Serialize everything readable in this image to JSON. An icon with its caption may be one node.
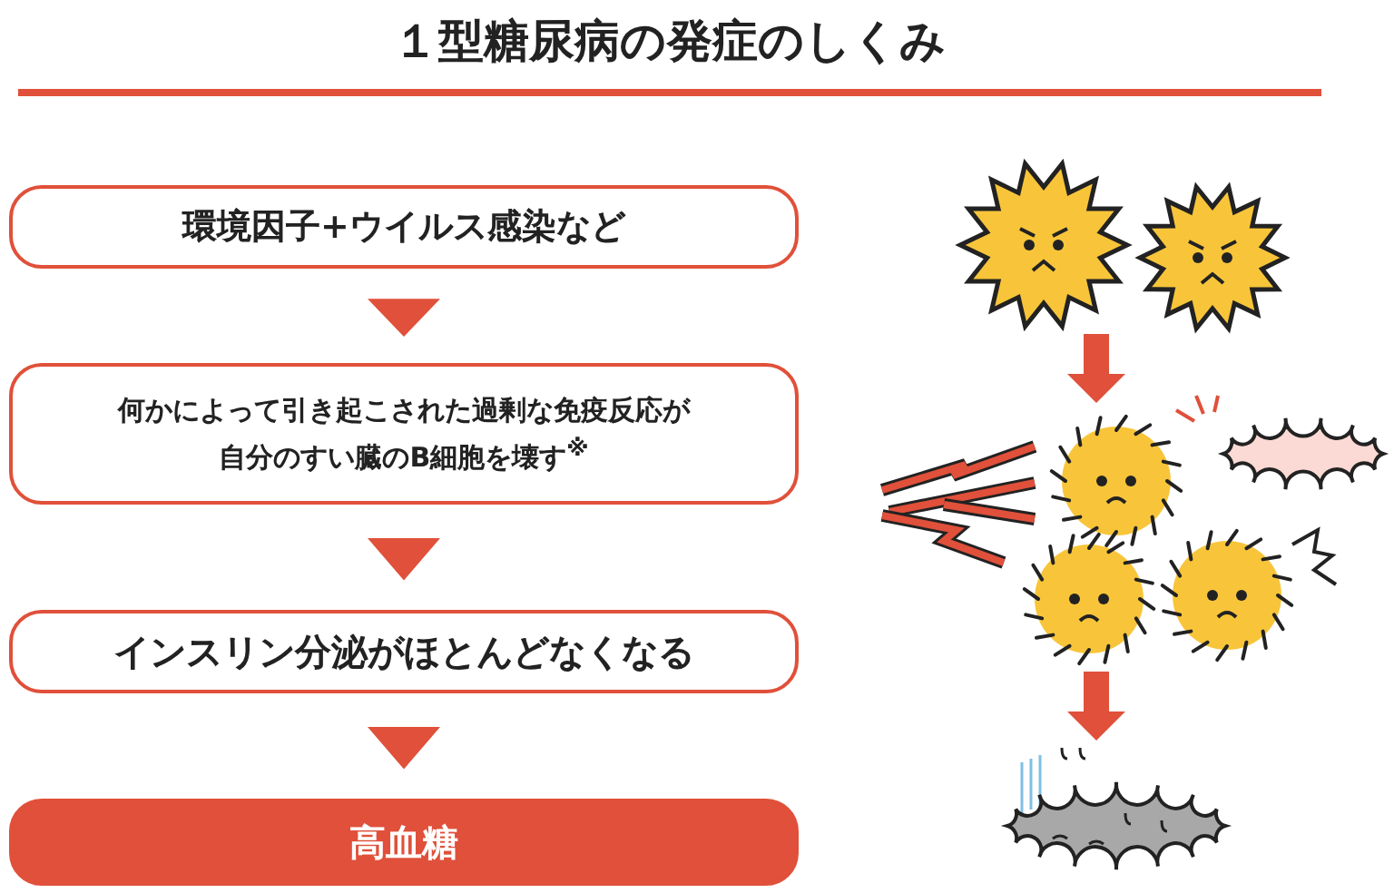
{
  "diagram": {
    "title": "１型糖尿病の発症のしくみ",
    "nodes": [
      {
        "text": [
          "環境因子+ウイルス感染など"
        ]
      },
      {
        "text": [
          "何かによって引き起こされた過剰な免疫反応が自分のすい臓のB細胞を壊す$^{※}$"
        ]
      },
      {
        "text": [
          "インスリン分泌がほとんどなくなる"
        ]
      },
      {
        "text": [
          "高血糖"
        ]
      },
      {
        "text": [],
        "shape": "picture"
      },
      {
        "text": [],
        "shape": "picture"
      },
      {
        "text": [],
        "shape": "picture"
      }
    ],
    "edges": [
      {
        "from": 0,
        "to": 1,
        "arrow": "to"
      },
      {
        "from": 1,
        "to": 2,
        "arrow": "to"
      },
      {
        "from": 2,
        "to": 3,
        "arrow": "to"
      },
      {
        "from": 4,
        "to": 5,
        "arrow": "to"
      },
      {
        "from": 5,
        "to": 6,
        "arrow": "to"
      }
    ]
  }
}
